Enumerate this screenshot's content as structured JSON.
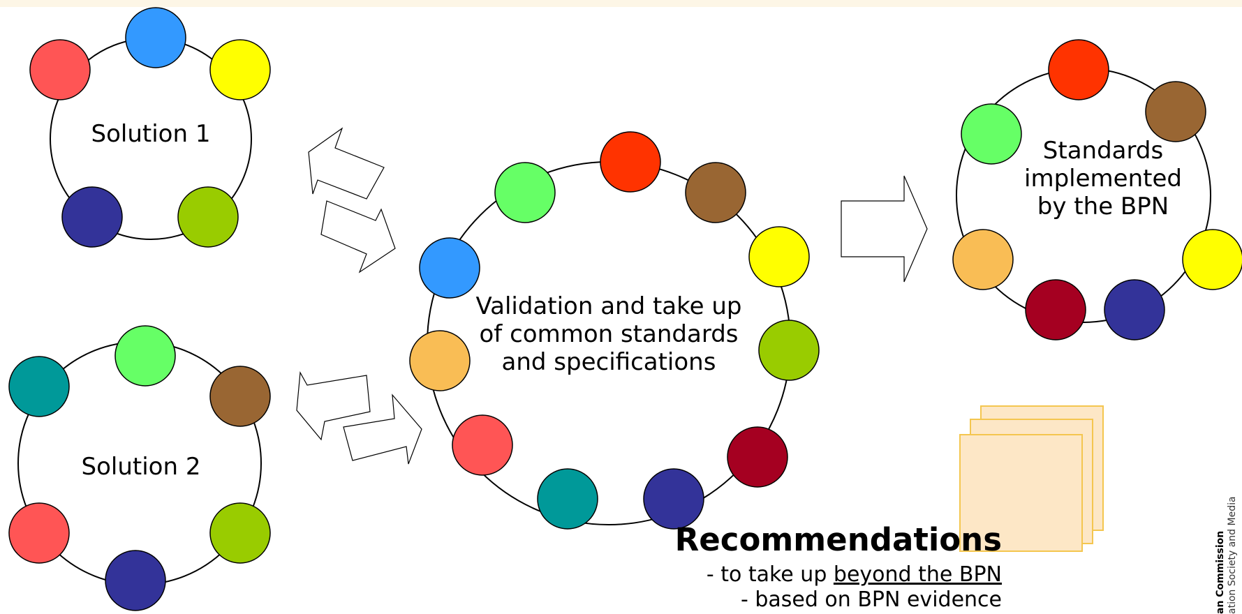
{
  "nodes": {
    "solution1": {
      "label": "Solution 1"
    },
    "solution2": {
      "label": "Solution 2"
    },
    "center": {
      "label": "Validation and take up\nof common standards\nand specifications"
    },
    "standards": {
      "label": "Standards\nimplemented\nby the BPN"
    }
  },
  "recommendations": {
    "title": "Recommendations",
    "line1_prefix": "- to take up ",
    "line1_underlined": "beyond the BPN",
    "line2": "- based on BPN evidence"
  },
  "footer": {
    "org_bold": "an Commission",
    "org_sub": "ation Society and Media"
  },
  "colors": {
    "red": "#ff5555",
    "blue": "#3399ff",
    "yellow": "#ffff00",
    "navy": "#333399",
    "lime": "#99cc00",
    "green": "#66ff66",
    "brown": "#996633",
    "teal": "#009999",
    "orangered": "#ff3300",
    "orange": "#f9bd55",
    "maroon": "#a50021",
    "doc_fill": "#fde7c6",
    "doc_stroke": "#f4c64f"
  }
}
